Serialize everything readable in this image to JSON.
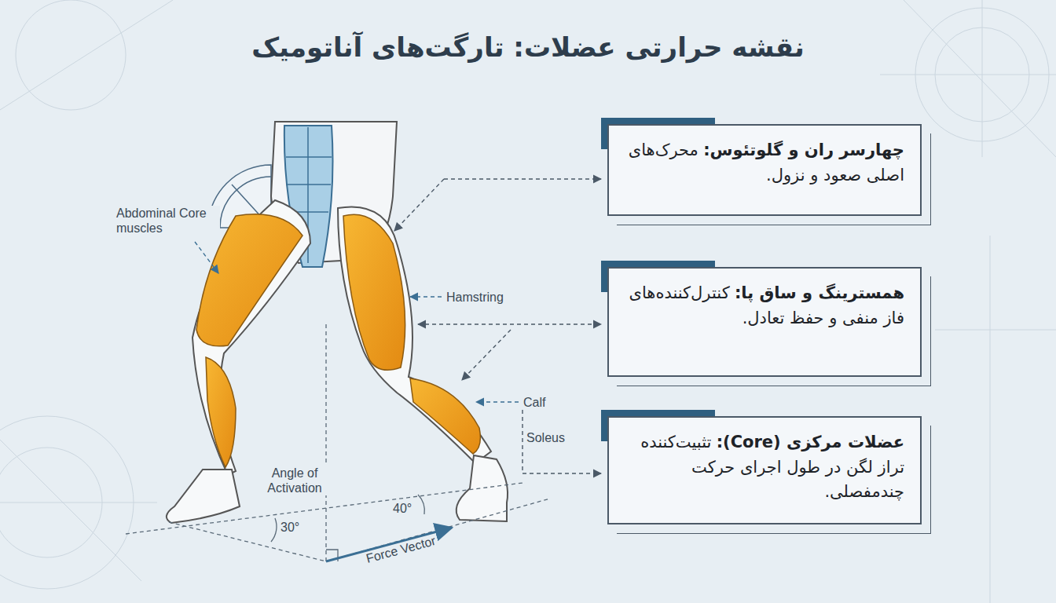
{
  "diagram": {
    "title": "نقشه حرارتی عضلات: تارگت‌های آناتومیک",
    "nodes": [
      {
        "text": [
          "چهارسر ران و گلوتئوس:",
          "محرک‌های اصلی صعود و نزول."
        ]
      },
      {
        "text": [
          "همسترینگ و ساق پا:",
          "کنترل‌کننده‌های فاز منفی و حفظ تعادل."
        ]
      },
      {
        "text": [
          "عضلات مرکزی (Core):",
          "تثبیت‌کننده تراز لگن در طول اجرای حرکت چندمفصلی."
        ]
      }
    ],
    "labels": [
      "Abdominal Core muscles",
      "Hamstring",
      "Calf",
      "Soleus",
      "Angle of Activation",
      "30°",
      "40°",
      "Force Vector"
    ]
  }
}
